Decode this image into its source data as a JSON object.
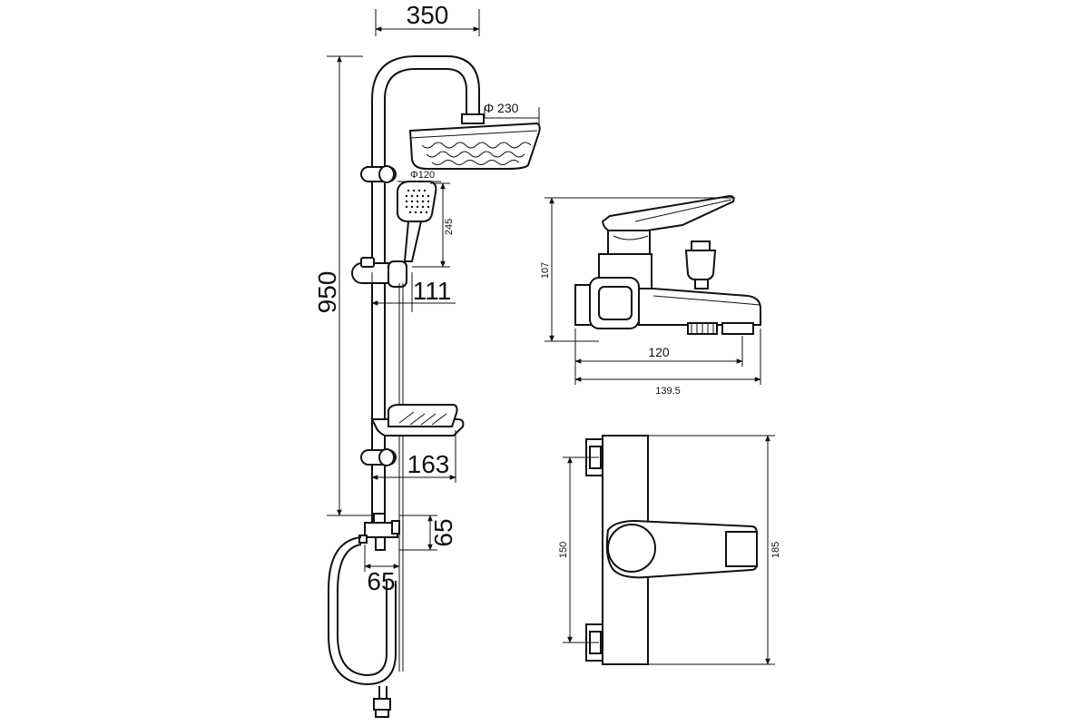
{
  "dimensions": {
    "shower_width": "350",
    "shower_height": "950",
    "head_diameter": "Φ 230",
    "hand_diameter": "Φ120",
    "hand_length": "245",
    "slider_offset": "111",
    "soap_offset": "163",
    "diverter_height": "65",
    "diverter_width": "65",
    "mixer_height": "107",
    "mixer_length_120": "120",
    "mixer_length_139": "139.5",
    "mixer_top_150": "150",
    "mixer_top_185": "185"
  }
}
